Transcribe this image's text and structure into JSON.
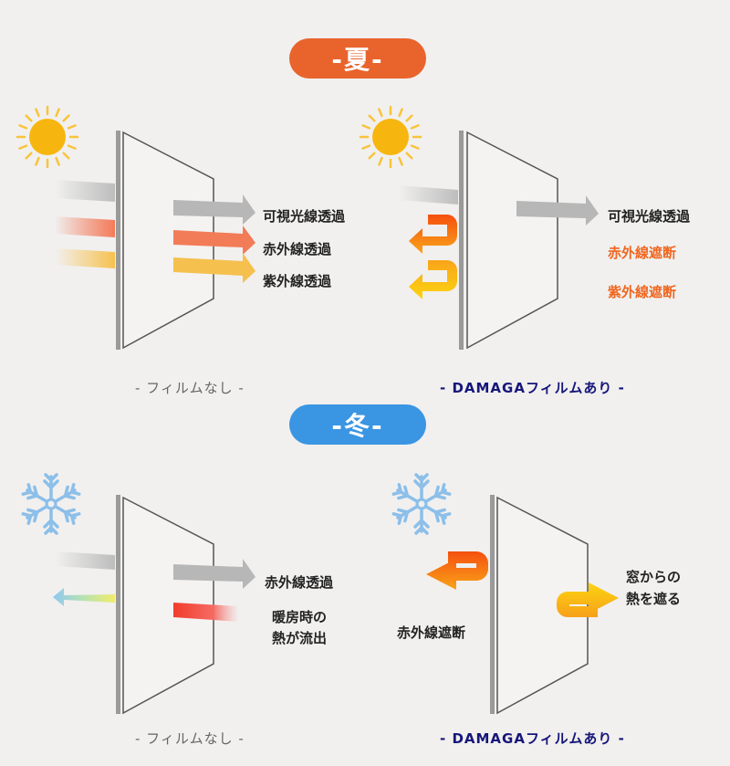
{
  "sections": {
    "summer": {
      "badge": "-夏-",
      "without_film": {
        "icon": "sun-icon",
        "labels": [
          "可視光線透過",
          "赤外線透過",
          "紫外線透過"
        ],
        "caption": "- フィルムなし -"
      },
      "with_film": {
        "icon": "sun-icon",
        "labels": [
          "可視光線透過",
          "赤外線遮断",
          "紫外線遮断"
        ],
        "caption": "- DAMAGAフィルムあり -"
      }
    },
    "winter": {
      "badge": "-冬-",
      "without_film": {
        "icon": "snowflake-icon",
        "labels": [
          "赤外線透過",
          "暖房時の",
          "熱が流出"
        ],
        "caption": "- フィルムなし -"
      },
      "with_film": {
        "icon": "snowflake-icon",
        "labels": [
          "赤外線遮断",
          "窓からの",
          "熱を遮る"
        ],
        "caption": "- DAMAGAフィルムあり -"
      }
    }
  },
  "colors": {
    "summer_badge": "#e8642c",
    "winter_badge": "#3a95e3",
    "visible_light": "#b9b9b9",
    "infrared": "#f07a55",
    "ultraviolet": "#f5c04e",
    "blocked_text": "#f0661f",
    "film_caption": "#16167a"
  }
}
